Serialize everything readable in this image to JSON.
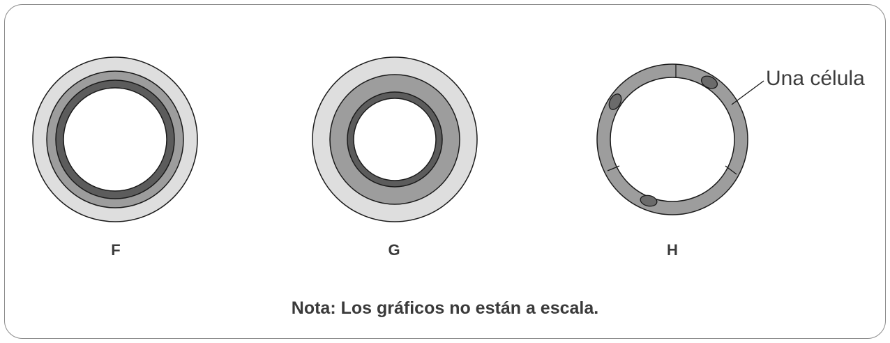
{
  "figures": {
    "f": {
      "label": "F"
    },
    "g": {
      "label": "G"
    },
    "h": {
      "label": "H",
      "callout": "Una célula"
    }
  },
  "note": "Nota: Los gráficos no están a escala.",
  "colors": {
    "frame_border": "#8a8a8a",
    "outer_layer": "#dedede",
    "middle_layer": "#9d9d9d",
    "inner_layer": "#5c5c5c",
    "nucleus": "#6b6b6b",
    "outline": "#1a1a1a",
    "lumen": "#ffffff"
  }
}
